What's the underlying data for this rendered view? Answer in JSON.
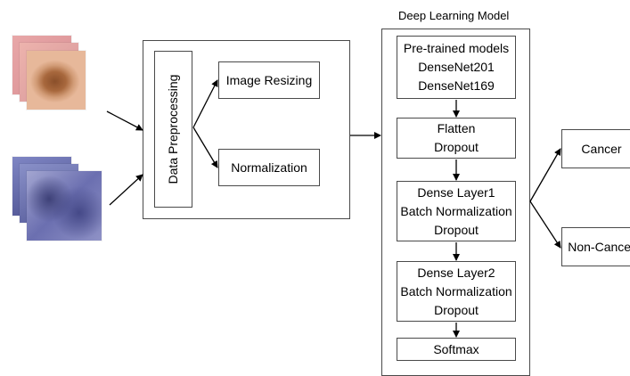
{
  "model_title": "Deep Learning Model",
  "preprocessing": {
    "label": "Data Preprocessing",
    "steps": [
      "Image Resizing",
      "Normalization"
    ]
  },
  "model_blocks": [
    [
      "Pre-trained models",
      "DenseNet201",
      "DenseNet169"
    ],
    [
      "Flatten",
      "Dropout"
    ],
    [
      "Dense Layer1",
      "Batch Normalization",
      "Dropout"
    ],
    [
      "Dense Layer2",
      "Batch Normalization",
      "Dropout"
    ],
    [
      "Softmax"
    ]
  ],
  "outputs": [
    "Cancer",
    "Non-Cancer"
  ],
  "colors": {
    "line": "#000000",
    "border": "#4a4a4a",
    "skin": "#c98a5e",
    "histology": "#5a5fa0"
  }
}
